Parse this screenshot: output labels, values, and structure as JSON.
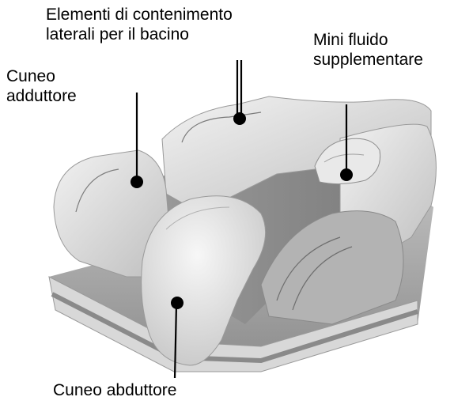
{
  "labels": {
    "lateral_pelvic": {
      "line1": "Elementi di contenimento",
      "line2": "laterali per il bacino"
    },
    "mini_fluid": {
      "line1": "Mini fluido",
      "line2": "supplementare"
    },
    "adductor_wedge": {
      "line1": "Cuneo",
      "line2": "adduttore"
    },
    "abductor_wedge": {
      "line1": "Cuneo abduttore"
    }
  },
  "colors": {
    "text": "#000000",
    "cushion_light": "#e6e6e6",
    "cushion_mid": "#c4c4c4",
    "cushion_dark": "#8a8a8a",
    "base_band": "#a3a3a3",
    "marker": "#000000"
  }
}
